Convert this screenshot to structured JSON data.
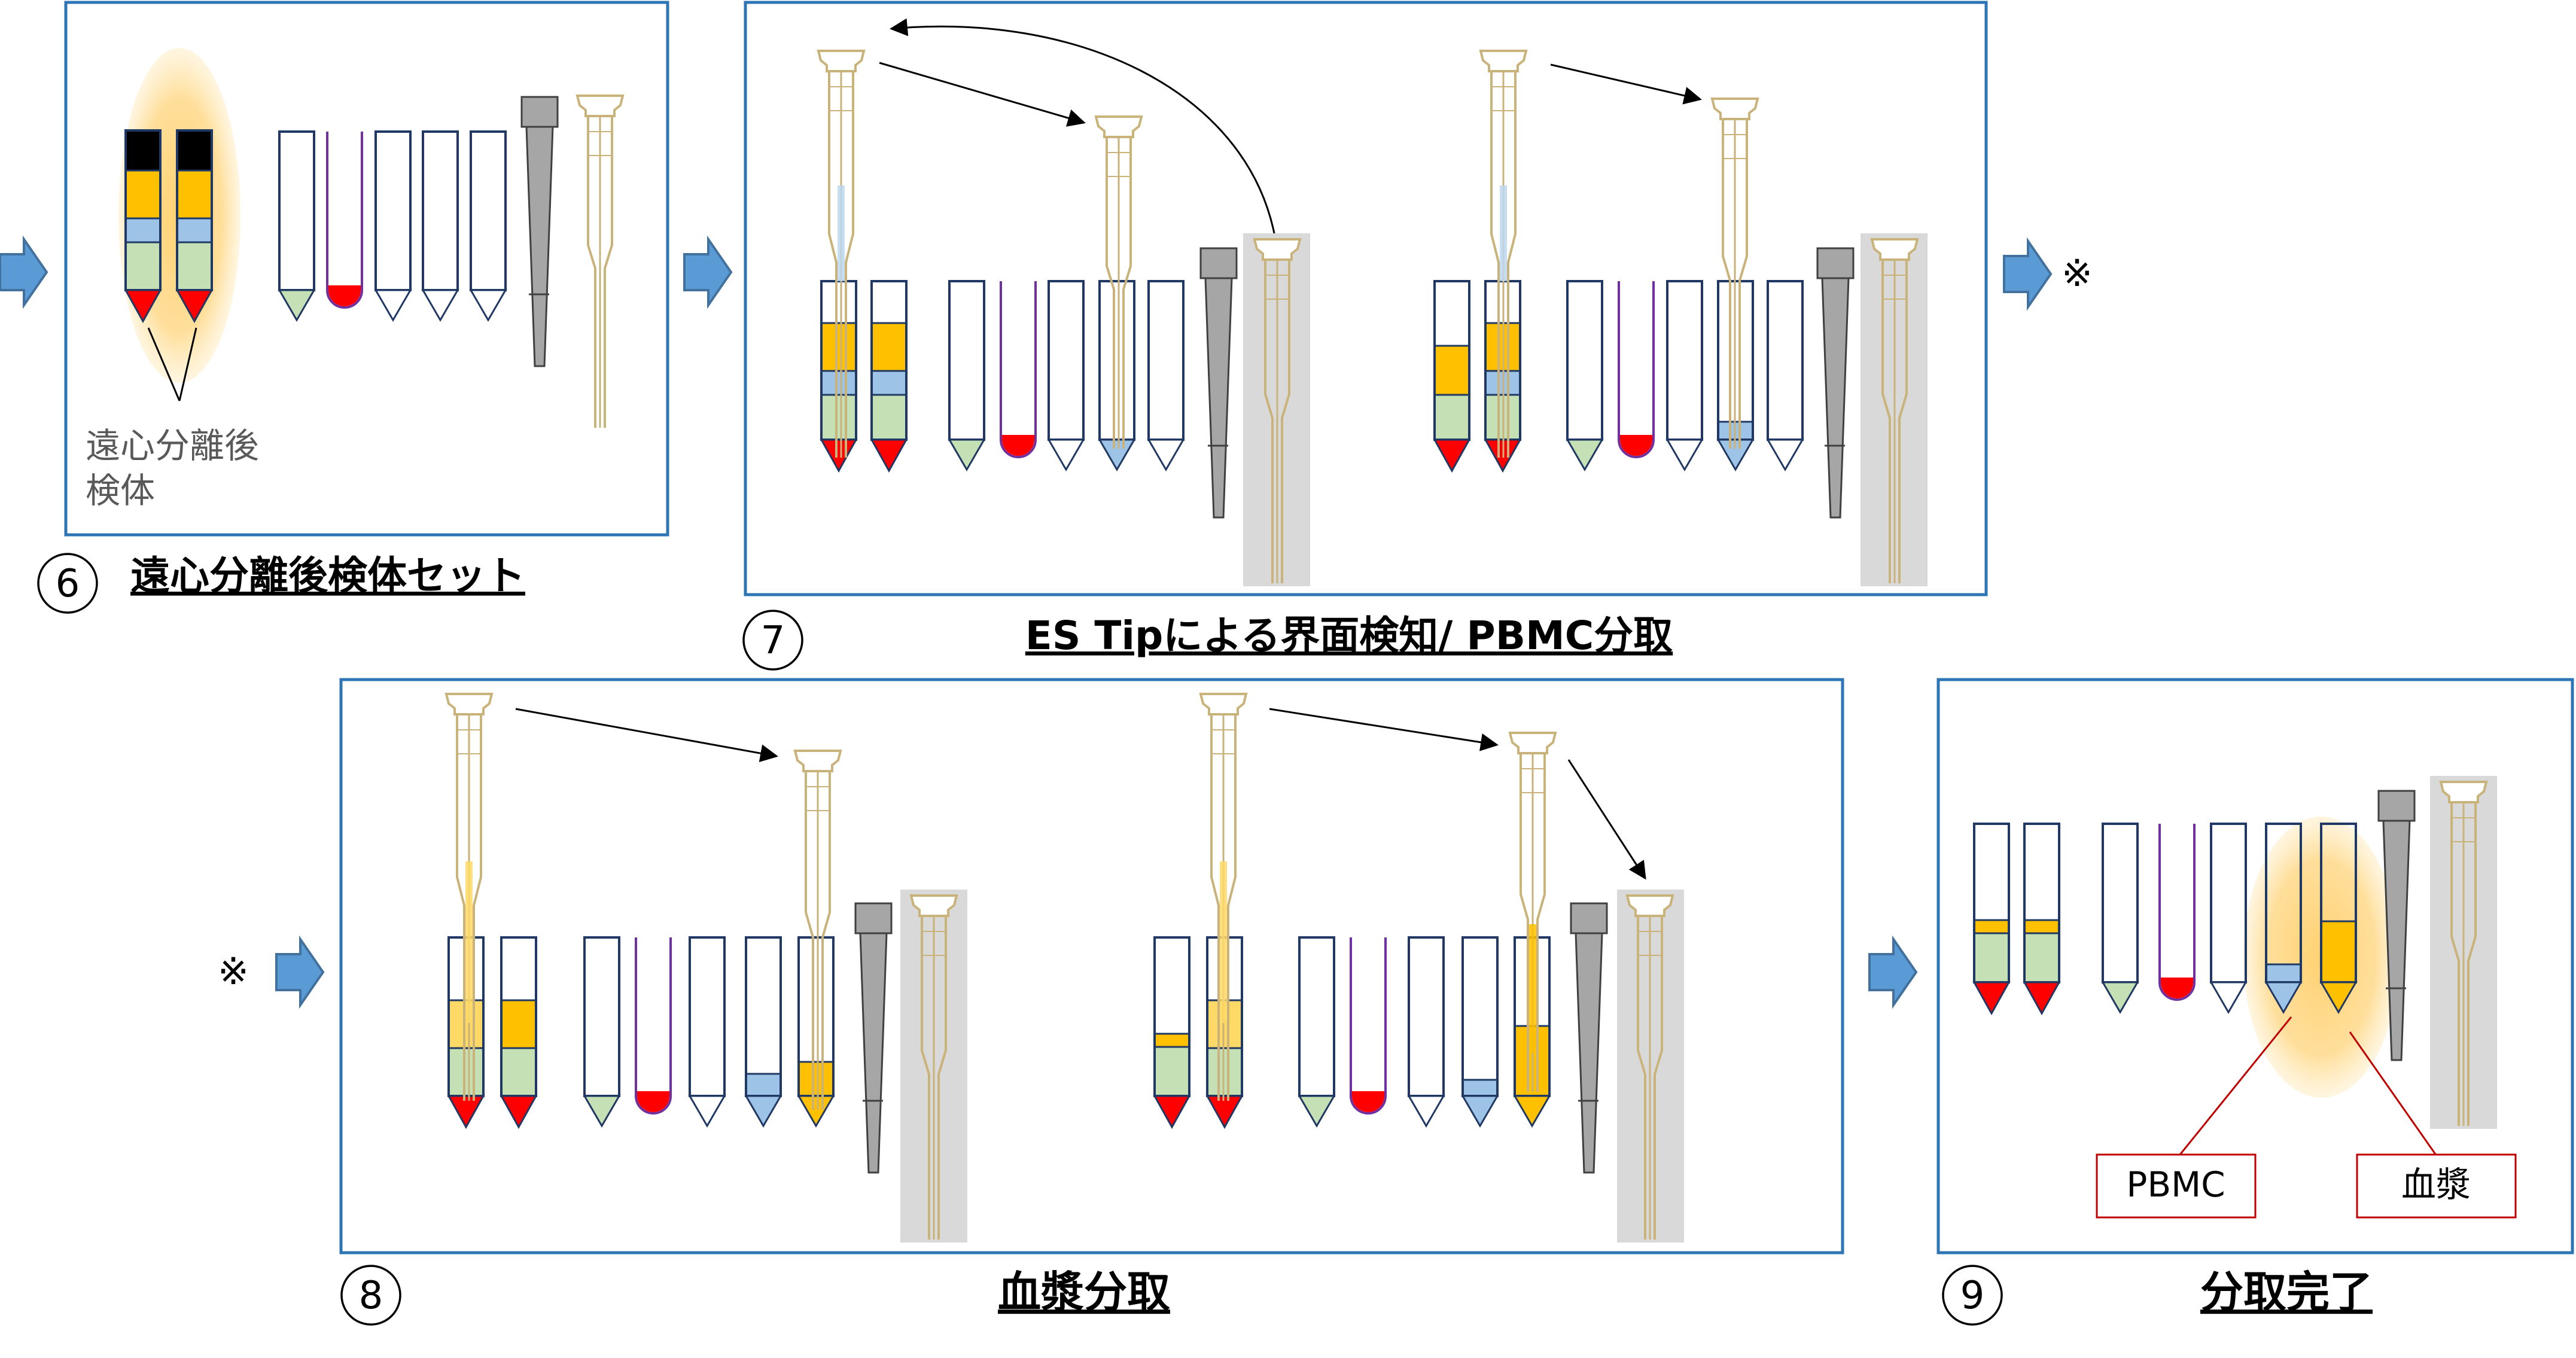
{
  "panels": {
    "step6": {
      "number": "⑥",
      "title": "遠心分離後検体セット",
      "sample_label_line1": "遠心分離後",
      "sample_label_line2": "検体"
    },
    "step7": {
      "number": "⑦",
      "title": "ES Tipによる界面検知/ PBMC分取"
    },
    "step8": {
      "number": "⑧",
      "title": "血漿分取"
    },
    "step9": {
      "number": "⑨",
      "title": "分取完了",
      "label_pbmc": "PBMC",
      "label_plasma": "血漿"
    }
  },
  "continuation_mark": "※",
  "colors": {
    "frame": "#2e75b6",
    "flow_arrow": "#5b9bd5",
    "plasma": "#ffc000",
    "plasma_light": "#ffd966",
    "pbmc": "#9dc3e6",
    "separation_medium": "#c5e0b4",
    "red_cells": "#ff0000",
    "tip": "#c9b37a",
    "nozzle": "#a6a6a6",
    "highlight": "#ffd47a",
    "callout_border": "#c00000"
  }
}
